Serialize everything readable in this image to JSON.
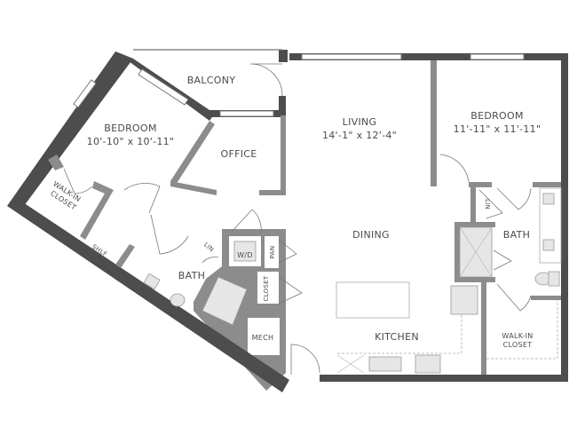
{
  "rooms": {
    "balcony": "BALCONY",
    "bedroom1": {
      "name": "BEDROOM",
      "dims": "10'-10\" x 10'-11\""
    },
    "office": "OFFICE",
    "living": {
      "name": "LIVING",
      "dims": "14'-1\" x 12'-4\""
    },
    "bedroom2": {
      "name": "BEDROOM",
      "dims": "11'-11\" x 11'-11\""
    },
    "dining": "DINING",
    "bath1": "BATH",
    "bath2": "BATH",
    "kitchen": "KITCHEN",
    "walkin1": {
      "line1": "WALK-IN",
      "line2": "CLOSET"
    },
    "walkin2": {
      "line1": "WALK-IN",
      "line2": "CLOSET"
    },
    "mech": "MECH",
    "wd": "W/D",
    "pan": "PAN",
    "closet": "CLOSET",
    "lin1": "LIN",
    "lin2": "LIN",
    "shlf": "SHLF"
  },
  "colors": {
    "exterior_wall": "#4d4d4d",
    "interior_wall": "#8c8c8c",
    "text": "#4a4a4a"
  }
}
